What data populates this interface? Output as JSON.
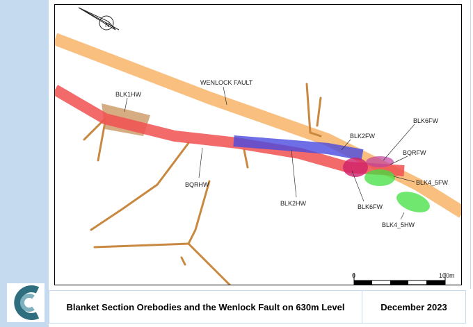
{
  "footer": {
    "title": "Blanket Section Orebodies and the Wenlock Fault on 630m Level",
    "date": "December 2023"
  },
  "map": {
    "labels": {
      "wenlock_fault": "WENLOCK FAULT",
      "blk1hw": "BLK1HW",
      "bqrhw": "BQRHW",
      "blk2hw": "BLK2HW",
      "blk2fw": "BLK2FW",
      "blk6fw_top": "BLK6FW",
      "bqrfw": "BQRFW",
      "blk4_5fw": "BLK4_5FW",
      "blk6fw_bottom": "BLK6FW",
      "blk4_5hw": "BLK4_5HW"
    },
    "scale_bar": {
      "start": "0",
      "end": "100m"
    },
    "north_arrow_letter": "N",
    "colors": {
      "fault": "#f8b870",
      "bqr": "#f05050",
      "blk2": "#4a4ae0",
      "blk4_5": "#40e040",
      "blk6": "#d0206a",
      "blk1": "#c8925a",
      "drives": "#c88840"
    }
  }
}
